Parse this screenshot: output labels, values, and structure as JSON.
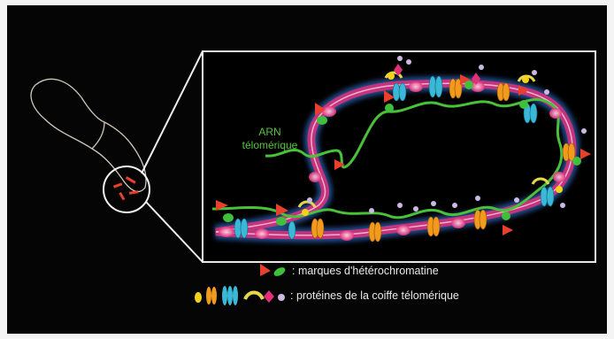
{
  "figure": {
    "rna_label_line1": "ARN",
    "rna_label_line2": "télomérique"
  },
  "legend": {
    "heterochromatin_label": ": marques d'hétérochromatine",
    "telomeric_cap_label": ": protéines de la coiffe télomérique"
  },
  "colors": {
    "background": "#050505",
    "inset_border": "#e8e8e8",
    "telomere_core": "#e0307a",
    "telomere_glow": "#4fa0ff",
    "rna": "#49c23a",
    "heterochromatin_flag": "#e8402a",
    "heterochromatin_green": "#3fbf3a",
    "cap_yellow": "#f6d21a",
    "cap_orange": "#f29a1e",
    "cap_cyan": "#3ab8d6",
    "cap_magenta": "#e0307a",
    "cap_lilac": "#cdb7e6"
  },
  "icons": [
    "chromosome-icon",
    "red-flag-icon",
    "green-oval-icon",
    "yellow-oval-icon",
    "orange-barrels-icon",
    "cyan-barrels-icon",
    "crescent-icon",
    "magenta-diamond-icon",
    "lilac-dot-icon"
  ]
}
